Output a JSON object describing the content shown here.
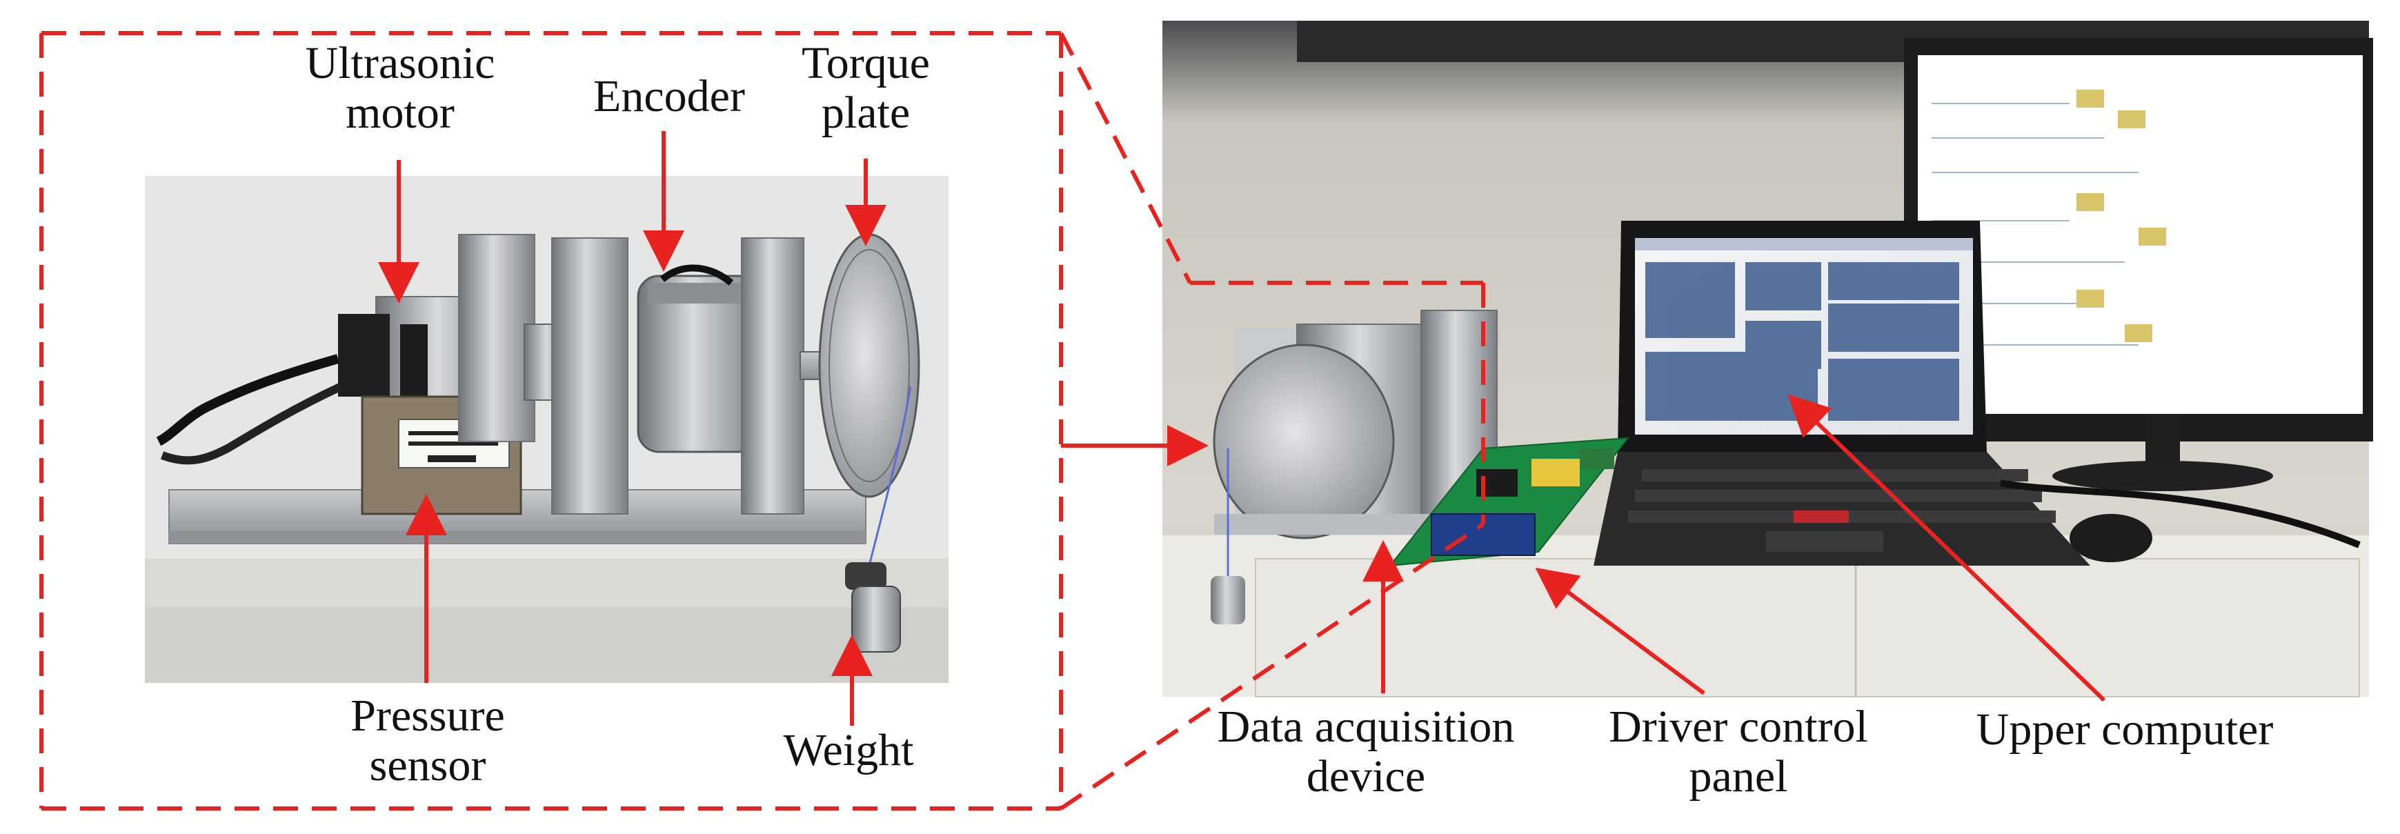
{
  "colors": {
    "annotation": "#e8231f",
    "text": "#111111",
    "background": "#ffffff"
  },
  "photos": {
    "left": "close-up photo of test bench",
    "right": "photo of full experimental setup"
  },
  "labels": {
    "ultrasonic_motor": [
      "Ultrasonic",
      "motor"
    ],
    "encoder": [
      "Encoder"
    ],
    "torque_plate": [
      "Torque",
      "plate"
    ],
    "pressure_sensor": [
      "Pressure",
      "sensor"
    ],
    "weight": [
      "Weight"
    ],
    "data_acquisition_device": [
      "Data acquisition",
      "device"
    ],
    "driver_control_panel": [
      "Driver control",
      "panel"
    ],
    "upper_computer": [
      "Upper computer"
    ]
  }
}
